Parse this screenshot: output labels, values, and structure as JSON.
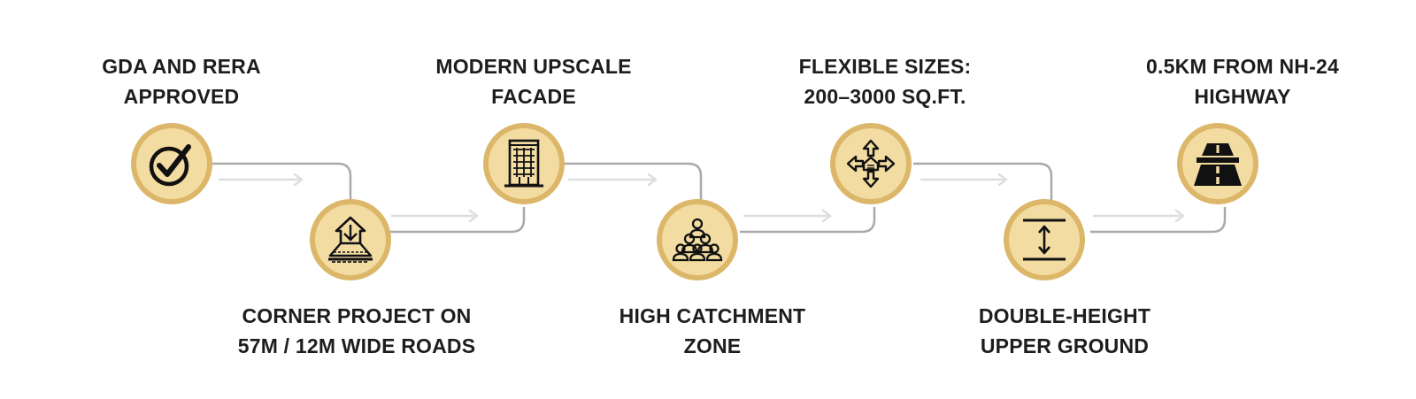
{
  "colors": {
    "node_ring": "#dcb76a",
    "node_fill": "#f3dca2",
    "connector": "#a9a9a9",
    "arrow": "#dedede",
    "text": "#1d1d1d"
  },
  "steps": [
    {
      "line1": "GDA AND RERA",
      "line2": "APPROVED",
      "icon": "checkmark-circle-icon",
      "position": "top"
    },
    {
      "line1": "CORNER PROJECT ON",
      "line2": "57M / 12M WIDE ROADS",
      "icon": "house-on-corner-road-icon",
      "position": "bottom"
    },
    {
      "line1": "MODERN UPSCALE",
      "line2": "FACADE",
      "icon": "building-facade-icon",
      "position": "top"
    },
    {
      "line1": "HIGH CATCHMENT",
      "line2": "ZONE",
      "icon": "crowd-people-icon",
      "position": "bottom"
    },
    {
      "line1": "FLEXIBLE SIZES:",
      "line2": "200–3000 SQ.FT.",
      "icon": "expand-arrows-icon",
      "position": "top"
    },
    {
      "line1": "DOUBLE-HEIGHT",
      "line2": "UPPER GROUND",
      "icon": "vertical-height-icon",
      "position": "bottom"
    },
    {
      "line1": "0.5KM FROM NH-24",
      "line2": "HIGHWAY",
      "icon": "highway-road-icon",
      "position": "top"
    }
  ]
}
